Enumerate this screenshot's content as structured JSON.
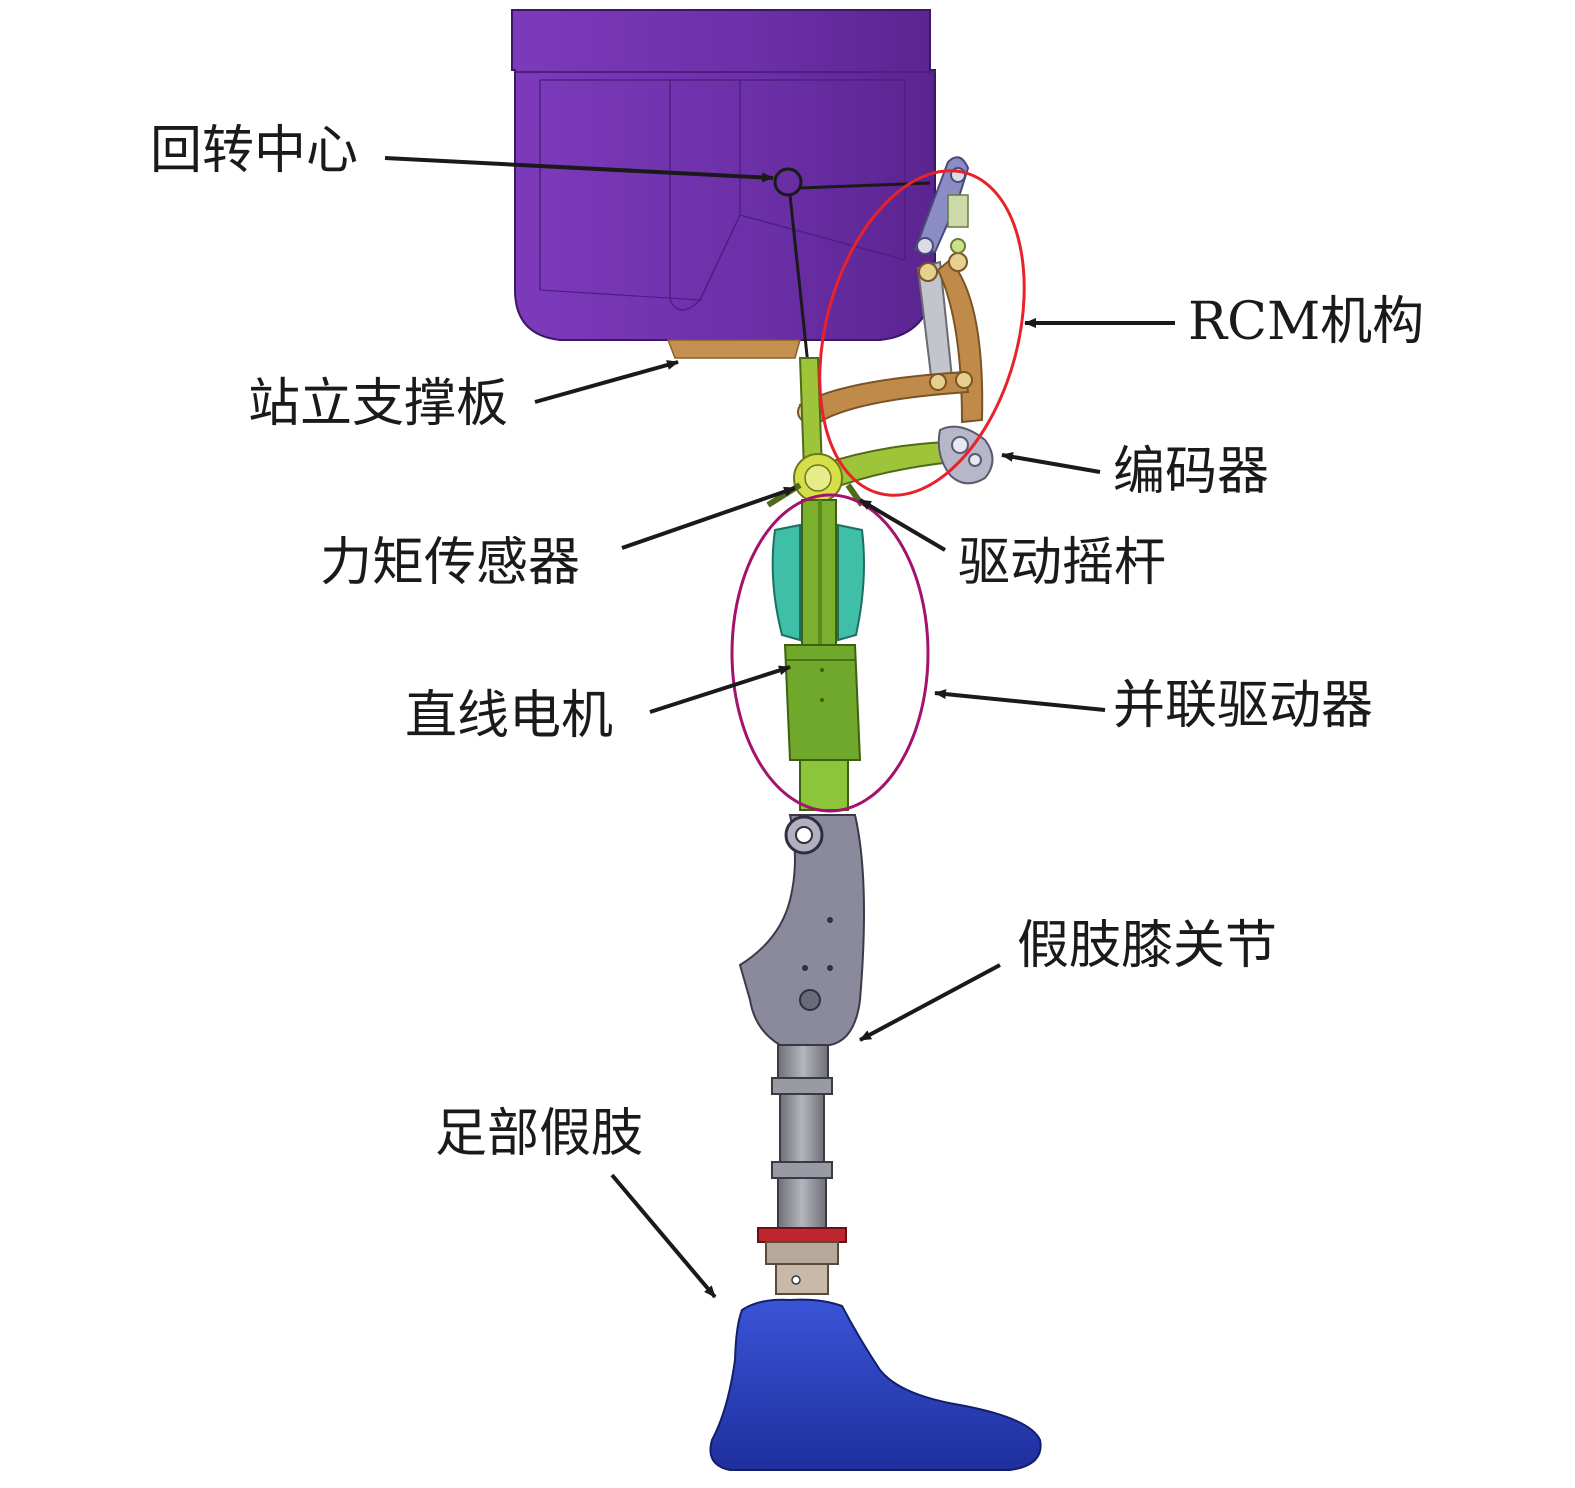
{
  "labels": {
    "rotation_center": "回转中心",
    "rcm_mechanism": "RCM机构",
    "standing_support_plate": "站立支撑板",
    "encoder": "编码器",
    "torque_sensor": "力矩传感器",
    "drive_rocker": "驱动摇杆",
    "linear_motor": "直线电机",
    "parallel_actuator": "并联驱动器",
    "prosthetic_knee_joint": "假肢膝关节",
    "prosthetic_foot": "足部假肢"
  },
  "colors": {
    "socket": "#6b2fa6",
    "socket_dark": "#4e1f82",
    "support_plate": "#c49050",
    "rcm_highlight": "#e8222b",
    "actuator_highlight": "#a3136e",
    "linkage_gold": "#c08b4a",
    "linkage_green": "#9ec43a",
    "linkage_gray": "#a9a9b8",
    "motor_green": "#6fa82a",
    "teal": "#3fbfa7",
    "knee_gray": "#8a8a9c",
    "pylon_gray": "#8f8f98",
    "red_ring": "#c0262e",
    "foot_blue": "#2a3fbf",
    "arrow": "#1a1a1a"
  }
}
